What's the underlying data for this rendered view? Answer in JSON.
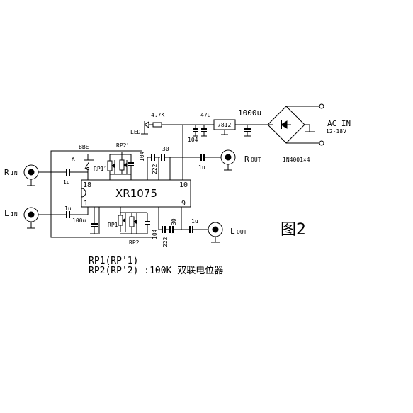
{
  "chip": {
    "name": "XR1075",
    "pins": {
      "p18": "18",
      "p10": "10",
      "p1": "1",
      "p9": "9"
    }
  },
  "inputs": {
    "r_in": {
      "main": "R",
      "sub": "IN"
    },
    "l_in": {
      "main": "L",
      "sub": "IN"
    }
  },
  "outputs": {
    "r_out": {
      "main": "R",
      "sub": "OUT"
    },
    "l_out": {
      "main": "L",
      "sub": "OUT"
    }
  },
  "components": {
    "bbe": "BBE",
    "switch_k": "K",
    "rp1_prime": "RP1ˊ",
    "rp2_prime": "RP2ˊ",
    "rp1": "RP1",
    "rp2": "RP2",
    "c104_top": "104",
    "c222_top": "222",
    "c30_top": "30",
    "c104_bot": "104",
    "c222_bot": "222",
    "c30_bot": "30",
    "c1u_rin": "1u",
    "c1u_lin": "1u",
    "c1u_rout": "1u",
    "c1u_lout": "1u",
    "c100u": "100u",
    "r47k": "4.7K",
    "led": "LED",
    "c47u": "47u",
    "c104_psu": "104",
    "reg_7812": "7812",
    "c1000u": "1000u",
    "ac_in": "AC IN",
    "ac_range": "12-18V",
    "bridge": "IN4001×4"
  },
  "figure_label": "图2",
  "notes": {
    "line1": "RP1(RP'1)",
    "line2": "RP2(RP'2) :100K 双联电位器"
  }
}
